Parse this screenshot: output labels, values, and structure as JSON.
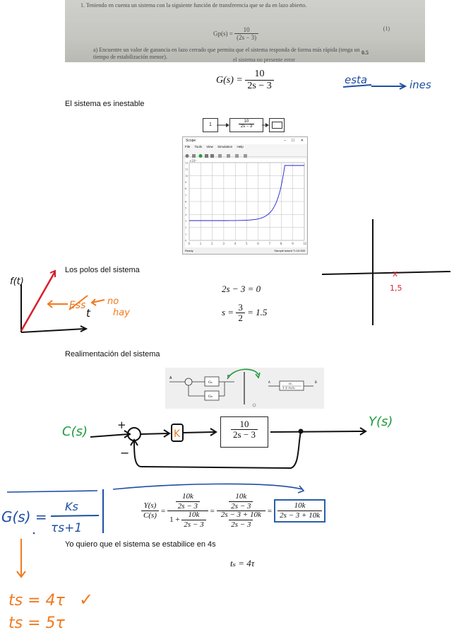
{
  "photo": {
    "problem_line": "1. Teniendo en cuenta un sistema con la siguiente función de transferencia que se da en lazo abierto.",
    "gp_lhs": "Gp(s) =",
    "gp_num": "10",
    "gp_den": "(2s − 3)",
    "eq_number": "(1)",
    "part_a": "a) Encuentre un valor de ganancia en lazo cerrado que permita que el sistema responda de forma más rápida (tenga un tiempo de estabilización menor).",
    "part_a_score": "0.5",
    "part_b_fragment": "el sistema no presente error"
  },
  "eq1": {
    "lhs": "G(s) =",
    "num": "10",
    "den": "2s − 3"
  },
  "handwriting": {
    "esta": "esta",
    "ines": "ines",
    "ft_label": "f(t)",
    "t_label": "t",
    "crossed": "Ess",
    "no_hay_1": "no",
    "no_hay_2": "hay",
    "pole_value": "1,5",
    "cs": "C(s)",
    "ys": "Y(s)",
    "plus": "+",
    "minus": "−",
    "k": "K",
    "gs": "G(s) =",
    "gs_num": "Ks",
    "gs_den": "τs+1",
    "ts1": "ts = 4τ",
    "ts2": "ts = 5τ",
    "check": "✓"
  },
  "text1": "El sistema es inestable",
  "diagram_top": {
    "input": "1",
    "tf_num": "10",
    "tf_den": "2s − 3"
  },
  "simwin": {
    "title": "Scope",
    "menu": [
      "File",
      "Tools",
      "View",
      "Simulation",
      "Help"
    ],
    "status_left": "Ready",
    "status_right": "Sample based   T=10.000",
    "y_exp": "×10⁵",
    "yticks": [
      "0",
      "1",
      "2",
      "3",
      "4",
      "5",
      "6",
      "7",
      "8",
      "9",
      "10",
      "11",
      "12"
    ],
    "xticks": [
      "0",
      "1",
      "2",
      "3",
      "4",
      "5",
      "6",
      "7",
      "8",
      "9",
      "10"
    ]
  },
  "text2": "Los polos del sistema",
  "poles": {
    "eq_a": "2s − 3 = 0",
    "eq_b_lhs": "s =",
    "eq_b_num": "3",
    "eq_b_den": "2",
    "eq_b_rhs": "= 1.5"
  },
  "text3": "Realimentación del sistema",
  "fb_image": {
    "g1": "G₁",
    "g2": "G₂",
    "result_num": "G₁",
    "result_den": "1 ∓ G₁G₂",
    "in": "A",
    "out": "B"
  },
  "big_tf": {
    "num": "10",
    "den": "2s − 3"
  },
  "cl": {
    "lhs_num": "Y(s)",
    "lhs_den": "C(s)",
    "f1_num_num": "10k",
    "f1_num_den": "2s − 3",
    "f1_den_pre": "1 +",
    "f1_den_num": "10k",
    "f1_den_den": "2s − 3",
    "f2_num_num": "10k",
    "f2_num_den": "2s − 3",
    "f2_den_num": "2s − 3 + 10k",
    "f2_den_den": "2s − 3",
    "f3_num": "10k",
    "f3_den": "2s − 3 + 10k"
  },
  "text4": "Yo quiero que el sistema se estabilice en 4s",
  "ts_eq": "tₛ = 4τ",
  "chart_colors": {
    "blue": "#1f4fa3",
    "red": "#d81e2a",
    "orange": "#f07a1f",
    "green": "#1e9b3c"
  }
}
